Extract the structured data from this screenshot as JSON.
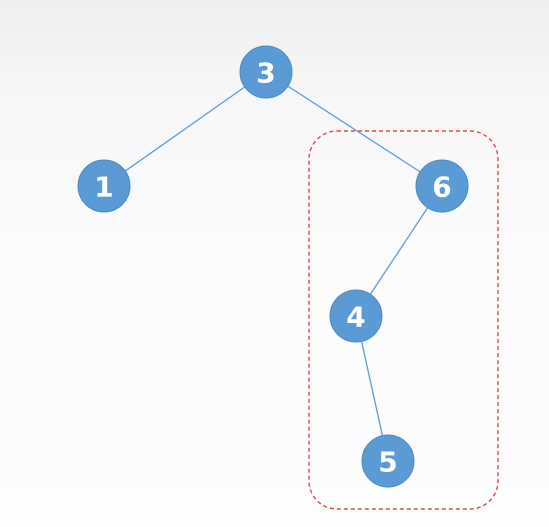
{
  "diagram": {
    "type": "binary-tree",
    "colors": {
      "node_fill": "#5b9bd5",
      "node_text": "#ffffff",
      "edge": "#5b9bd5",
      "highlight_border": "#e0474c"
    },
    "nodes": [
      {
        "id": "n3",
        "label": "3"
      },
      {
        "id": "n1",
        "label": "1"
      },
      {
        "id": "n6",
        "label": "6"
      },
      {
        "id": "n4",
        "label": "4"
      },
      {
        "id": "n5",
        "label": "5"
      }
    ],
    "edges": [
      {
        "from": "n3",
        "to": "n1"
      },
      {
        "from": "n3",
        "to": "n6"
      },
      {
        "from": "n6",
        "to": "n4"
      },
      {
        "from": "n4",
        "to": "n5"
      }
    ],
    "highlighted_subtree_root": "n6"
  }
}
